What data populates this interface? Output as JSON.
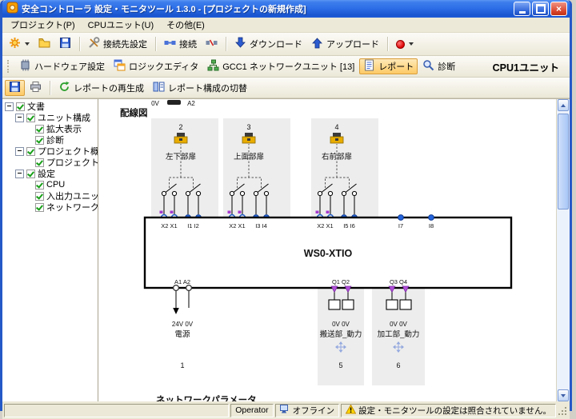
{
  "window": {
    "title": "安全コントローラ 設定・モニタツール 1.3.0 - [プロジェクトの新規作成]"
  },
  "menu": {
    "items": [
      {
        "label": "プロジェクト(P)"
      },
      {
        "label": "CPUユニット(U)"
      },
      {
        "label": "その他(E)"
      }
    ]
  },
  "toolbar_main": {
    "connect_settings": "接続先設定",
    "connect": "接続",
    "download": "ダウンロード",
    "upload": "アップロード"
  },
  "toolbar_views": {
    "hardware": "ハードウェア設定",
    "logic": "ロジックエディタ",
    "network": "GCC1 ネットワークユニット [13]",
    "report": "レポート",
    "diagnosis": "診断",
    "cpu_unit": "CPU1ユニット"
  },
  "toolbar_report": {
    "regenerate": "レポートの再生成",
    "toggle": "レポート構成の切替"
  },
  "tree": {
    "items": [
      {
        "label": "文書"
      },
      {
        "label": "ユニット構成"
      },
      {
        "label": "拡大表示"
      },
      {
        "label": "診断"
      },
      {
        "label": "プロジェクト概要"
      },
      {
        "label": "プロジェクトノート"
      },
      {
        "label": "設定"
      },
      {
        "label": "CPU"
      },
      {
        "label": "入出力ユニット"
      },
      {
        "label": "ネットワークユニット"
      }
    ]
  },
  "report": {
    "top_left_terminal": "0V",
    "top_right_terminal": "A2",
    "section_title": "配線図",
    "next_section": "ネットワークパラメータ"
  },
  "diagram": {
    "device": "WS0-XTIO",
    "groups": [
      {
        "num": "2",
        "label": "左下部扉",
        "test_terminals": "X2 X1",
        "input_terminals": "I1 I2"
      },
      {
        "num": "3",
        "label": "上面部扉",
        "test_terminals": "X2 X1",
        "input_terminals": "I3 I4"
      },
      {
        "num": "4",
        "label": "右前部扉",
        "test_terminals": "X2 X1",
        "input_terminals": "I5 I6"
      }
    ],
    "inputs": [
      {
        "label": "I7"
      },
      {
        "label": "I8"
      }
    ],
    "power": {
      "terminals": "A1 A2",
      "voltage": "24V 0V",
      "label": "電源",
      "num": "1"
    },
    "outputs": [
      {
        "terminals": "Q1 Q2",
        "voltage": "0V 0V",
        "label": "搬送部_動力",
        "num": "5"
      },
      {
        "terminals": "Q3 Q4",
        "voltage": "0V 0V",
        "label": "加工部_動力",
        "num": "6"
      }
    ]
  },
  "statusbar": {
    "user": "Operator",
    "connection": "オフライン",
    "warning": "設定・モニタツールの設定は照合されていません。"
  },
  "colors": {
    "titlebar_blue": "#2E6FE8",
    "highlight_orange": "#FDCA66",
    "terminal_blue": "#2363DD",
    "marker_purple": "#A43BD0",
    "stripe_grey": "#EDEDED"
  }
}
